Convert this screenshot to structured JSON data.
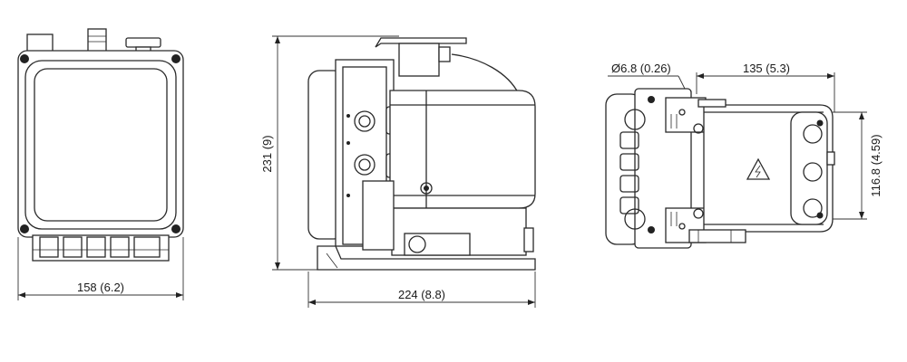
{
  "dimensions": {
    "front_width": "158 (6.2)",
    "side_height": "231 (9)",
    "side_depth": "224 (8.8)",
    "top_hole": "Ø6.8 (0.26)",
    "top_spacing": "135 (5.3)",
    "top_height": "116.8 (4.59)"
  },
  "colors": {
    "line": "#2a2a2a",
    "fill": "#dcdcdc",
    "background": "#ffffff"
  },
  "icons": {
    "warning": "high-voltage-warning-icon"
  }
}
